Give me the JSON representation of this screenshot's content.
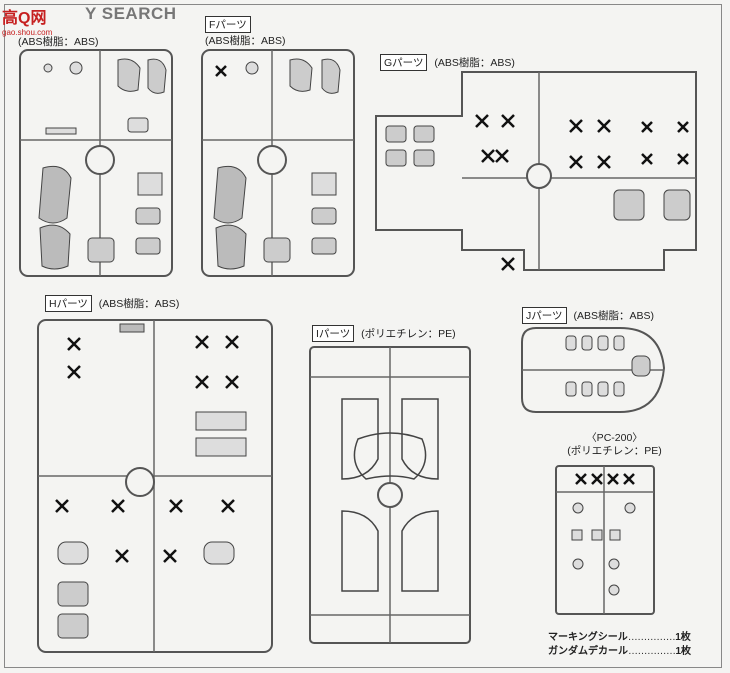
{
  "header": {
    "logo_text": "高Q网",
    "logo_sub": "gao.shou.com",
    "search_text": "Y SEARCH"
  },
  "sprues": {
    "e": {
      "tag": "",
      "material": "(ABS樹脂：ABS)"
    },
    "f": {
      "tag": "Fパーツ",
      "material": "(ABS樹脂：ABS)"
    },
    "g": {
      "tag": "Gパーツ",
      "material": "(ABS樹脂：ABS)"
    },
    "h": {
      "tag": "Hパーツ",
      "material": "(ABS樹脂：ABS)"
    },
    "i": {
      "tag": "Iパーツ",
      "material": "(ポリエチレン：PE)"
    },
    "j": {
      "tag": "Jパーツ",
      "material": "(ABS樹脂：ABS)"
    },
    "pc": {
      "title": "〈PC-200〉",
      "material": "(ポリエチレン：PE)"
    }
  },
  "legend": [
    {
      "name": "マーキングシール",
      "dots": "……………",
      "qty": "1枚"
    },
    {
      "name": "ガンダムデカール",
      "dots": "……………",
      "qty": "1枚"
    }
  ]
}
